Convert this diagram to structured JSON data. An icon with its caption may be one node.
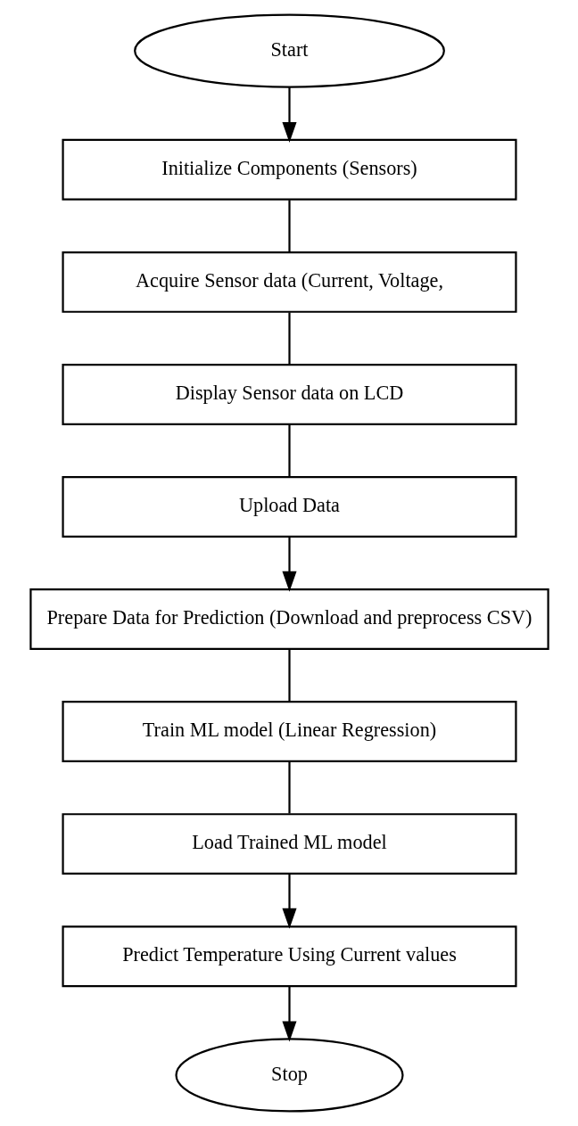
{
  "diagram": {
    "nodes": [
      {
        "text": [
          "Start"
        ]
      },
      {
        "text": [
          "Initialize Components (Sensors)"
        ]
      },
      {
        "text": [
          "Acquire Sensor data (Current, Voltage,"
        ]
      },
      {
        "text": [
          "Display Sensor data on LCD"
        ]
      },
      {
        "text": [
          "Upload Data"
        ]
      },
      {
        "text": [
          "Prepare Data for Prediction (Download and preprocess CSV)"
        ]
      },
      {
        "text": [
          "Train ML model (Linear Regression)"
        ]
      },
      {
        "text": [
          "Load Trained ML model"
        ]
      },
      {
        "text": [
          "Predict Temperature Using Current values"
        ]
      },
      {
        "text": [
          "Stop"
        ]
      }
    ],
    "edges": [
      {
        "from": 0,
        "to": 1,
        "arrow": "to"
      },
      {
        "from": 1,
        "to": 2,
        "arrow": "none"
      },
      {
        "from": 2,
        "to": 3,
        "arrow": "none"
      },
      {
        "from": 3,
        "to": 4,
        "arrow": "none"
      },
      {
        "from": 4,
        "to": 5,
        "arrow": "to"
      },
      {
        "from": 5,
        "to": 6,
        "arrow": "none"
      },
      {
        "from": 6,
        "to": 7,
        "arrow": "none"
      },
      {
        "from": 7,
        "to": 8,
        "arrow": "to"
      },
      {
        "from": 8,
        "to": 9,
        "arrow": "to"
      }
    ]
  }
}
